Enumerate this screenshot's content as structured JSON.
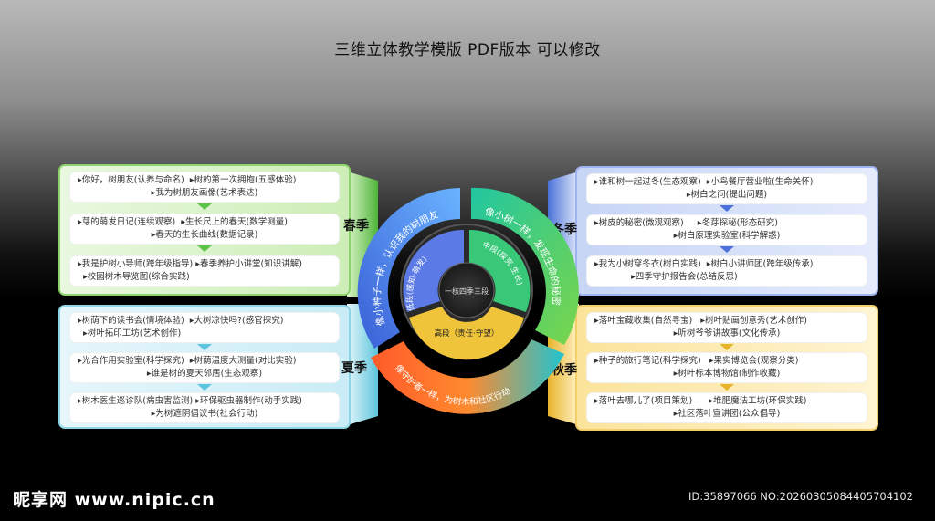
{
  "title": "三维立体教学模版   PDF版本  可以修改",
  "spring": {
    "label": "春季",
    "rows": [
      [
        "▸你好，树朋友(认养与命名)",
        "▸树的第一次拥抱(五感体验)",
        "▸我为树朋友画像(艺术表达)"
      ],
      [
        "▸芽的萌发日记(连续观察)",
        "▸生长尺上的春天(数学测量)",
        "▸春天的生长曲线(数据记录)"
      ],
      [
        "▸我是护树小导师(跨年级指导)",
        "▸春季养护小讲堂(知识讲解)",
        "▸校园树木导览图(综合实践)"
      ]
    ]
  },
  "summer": {
    "label": "夏季",
    "rows": [
      [
        "▸树荫下的读书会(情境体验)",
        "▸大树凉快吗?(感官探究)",
        "▸树叶拓印工坊(艺术创作)"
      ],
      [
        "▸光合作用实验室(科学探究)",
        "▸树荫温度大测量(对比实验)",
        "▸谁是树的夏天邻居(生态观察)"
      ],
      [
        "▸树木医生巡诊队(病虫害监测)",
        "▸环保驱虫器制作(动手实践)",
        "▸为树遮阴倡议书(社会行动)"
      ]
    ]
  },
  "winter": {
    "label": "冬季",
    "rows": [
      [
        "▸谁和树一起过冬(生态观察)",
        "▸小鸟餐厅营业啦(生命关怀)",
        "▸树白之问(提出问题)"
      ],
      [
        "▸树皮的秘密(微观观察)",
        "▸冬芽探秘(形态研究)",
        "▸树白原理实验室(科学解惑)"
      ],
      [
        "▸我为小树穿冬衣(树白实践)",
        "▸树白小讲师团(跨年级传承)",
        "▸四季守护报告会(总结反思)"
      ]
    ]
  },
  "autumn": {
    "label": "秋季",
    "rows": [
      [
        "▸落叶宝藏收集(自然寻宝)",
        "▸树叶贴画创意秀(艺术创作)",
        "▸听树爷爷讲故事(文化传承)"
      ],
      [
        "▸种子的旅行笔记(科学探究)",
        "▸果实博览会(观察分类)",
        "▸树叶标本博物馆(制作收藏)"
      ],
      [
        "▸落叶去哪儿了(项目策划)",
        "▸堆肥魔法工坊(环保实践)",
        "▸社区落叶宣讲团(公众倡导)"
      ]
    ]
  },
  "wheel": {
    "outer_left": "像小种子一样，认识我的树朋友",
    "outer_right": "像小树一样，发现生命的秘密",
    "outer_bottom": "像守护者一样，为树木和社区行动",
    "inner_left": "低段(感知·萌发)",
    "inner_right": "中段(探究·生长)",
    "inner_bottom": "高段（责任·守望）",
    "center": "一核四季三段"
  },
  "watermark": {
    "logo": "昵享网 www.nipic.cn",
    "id": "ID:35897066 NO:20260305084405704102"
  },
  "colors": {
    "spring": "#5cc44a",
    "summer": "#7fd8e8",
    "winter": "#6a8ee6",
    "autumn": "#f2c43a",
    "wheel_blue": "#4a8ee6",
    "wheel_green": "#38c878",
    "wheel_orange": "#ff6a2a"
  }
}
